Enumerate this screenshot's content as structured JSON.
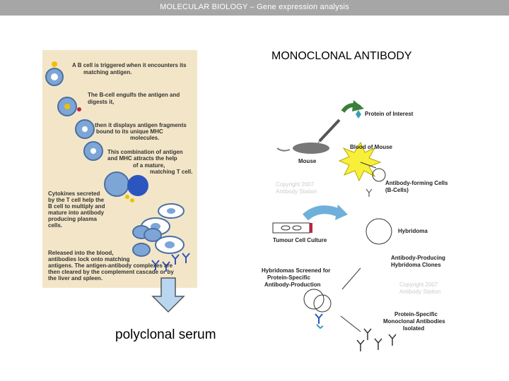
{
  "header": {
    "title": "MOLECULAR BIOLOGY  –  Gene expression analysis"
  },
  "left_panel": {
    "steps": [
      [
        "A B cell is triggered when it encounters its",
        "matching antigen."
      ],
      [
        "The B-cell engulfs the antigen and",
        "digests it,"
      ],
      [
        "then it displays antigen fragments",
        "bound to its unique MHC",
        "molecules."
      ],
      [
        "This combination of antigen",
        "and MHC attracts the help",
        "of a mature,",
        "matching T cell."
      ],
      [
        "Cytokines secreted",
        "by the T cell help the",
        "B cell to multiply and",
        "mature into antibody",
        "producing plasma",
        "cells."
      ],
      [
        "Released into the blood,",
        "antibodies lock onto matching",
        "antigens. The antigen-antibody complexes are",
        "then cleared by the complement cascade or by",
        "the liver and spleen."
      ]
    ],
    "caption": "polyclonal serum"
  },
  "right_panel": {
    "title": "MONOCLONAL ANTIBODY",
    "labels": {
      "protein": "Protein of Interest",
      "blood": "Blood of Mouse",
      "mouse": "Mouse",
      "afc1": "Antibody-forming Cells",
      "afc2": "(B-Cells)",
      "hybridoma": "Hybridoma",
      "tumour": "Tumour Cell Culture",
      "ahc1": "Antibody-Producing",
      "ahc2": "Hybridoma Clones",
      "screen1": "Hybridomas Screened for",
      "screen2": "Protein-Specific",
      "screen3": "Antibody-Production",
      "iso1": "Protein-Specific",
      "iso2": "Monoclonal Antibodies",
      "iso3": "Isolated"
    },
    "watermark": [
      "Copyright 2007",
      "Antibody Station"
    ]
  },
  "colors": {
    "header_bg": "#a6a6a6",
    "panel_bg": "#f3e6c8",
    "down_arrow": "#b9d6f0"
  }
}
